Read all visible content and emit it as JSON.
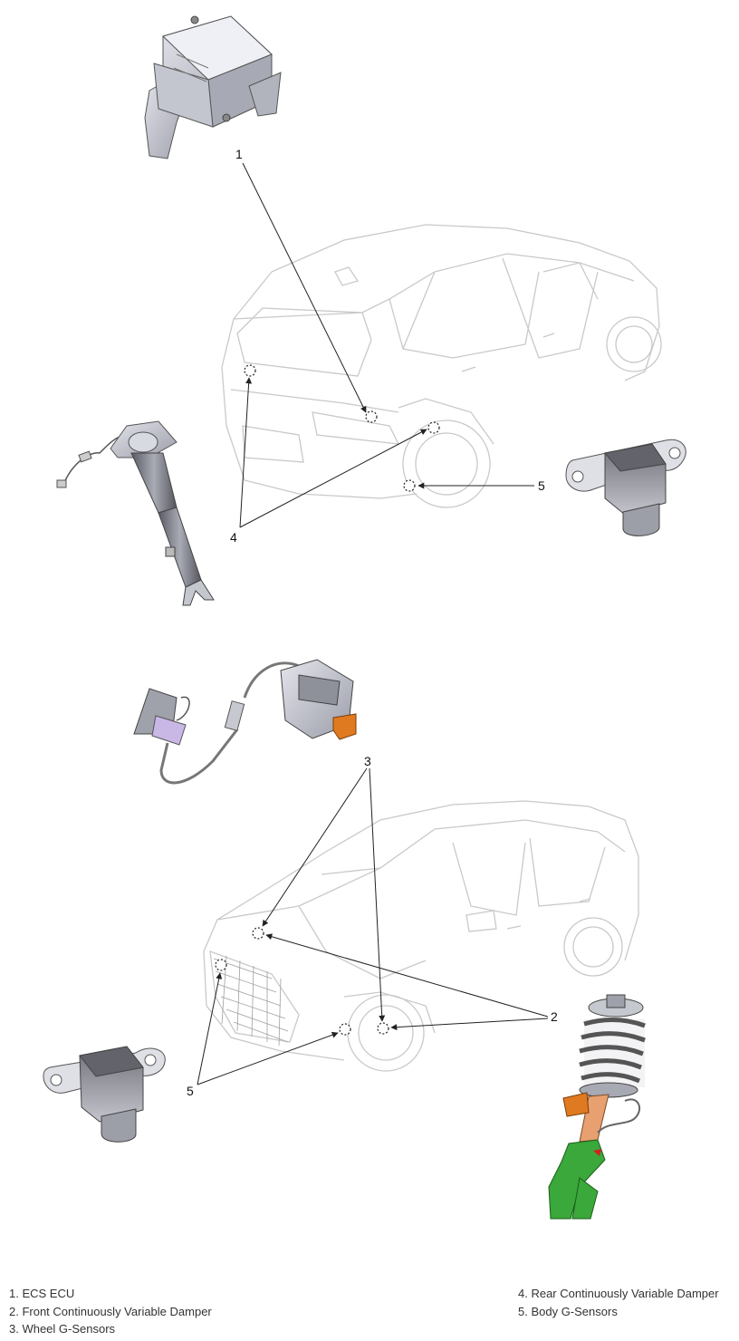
{
  "callouts": {
    "ecu": "1",
    "front_damper": "2",
    "wheel_sensors": "3",
    "rear_damper": "4",
    "body_sensor_rear_view": "5",
    "body_sensors_front_view": "5"
  },
  "legend": {
    "left": [
      "1. ECS ECU",
      "2. Front Continuously Variable Damper",
      "3. Wheel G-Sensors"
    ],
    "right": [
      "4. Rear Continuously Variable Damper",
      "5. Body G-Sensors"
    ]
  },
  "colors": {
    "line_art": "#c9c9c9",
    "leader": "#222222",
    "part_gray": "#b8bac4",
    "part_dark": "#6e6f78",
    "harness_purple": "#c9b7e6",
    "connector_orange": "#e07a20",
    "knuckle_green": "#3aa83a",
    "strut_orange": "#e8a070"
  }
}
